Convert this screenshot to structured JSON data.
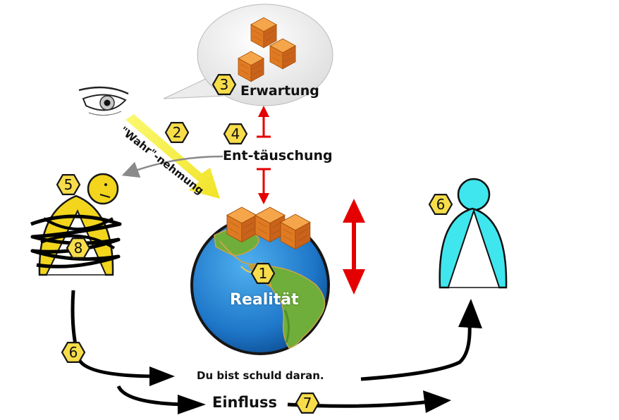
{
  "labels": {
    "erwartung": "Erwartung",
    "enttaeuschung": "Ent-täuschung",
    "realitaet": "Realität",
    "wahrnehmung": "\"Wahr\"-nehmung",
    "schuld": "Du bist schuld daran.",
    "einfluss": "Einfluss"
  },
  "badges": [
    "1",
    "2",
    "3",
    "4",
    "5",
    "6",
    "6",
    "7",
    "8"
  ],
  "colors": {
    "badge_fill": "#f7dd4a",
    "arrow_red": "#e40000",
    "figure_cyan": "#3fe6ee",
    "figure_yellow": "#f2d51c",
    "ocean": "#1f77c9",
    "land": "#6fae3a",
    "box": "#f08a2a",
    "beam": "#f6ee2a"
  },
  "icons": [
    "eye-icon",
    "thought-bubble",
    "stacked-boxes-icon",
    "globe-icon",
    "figure-icon",
    "arrow-icon"
  ]
}
